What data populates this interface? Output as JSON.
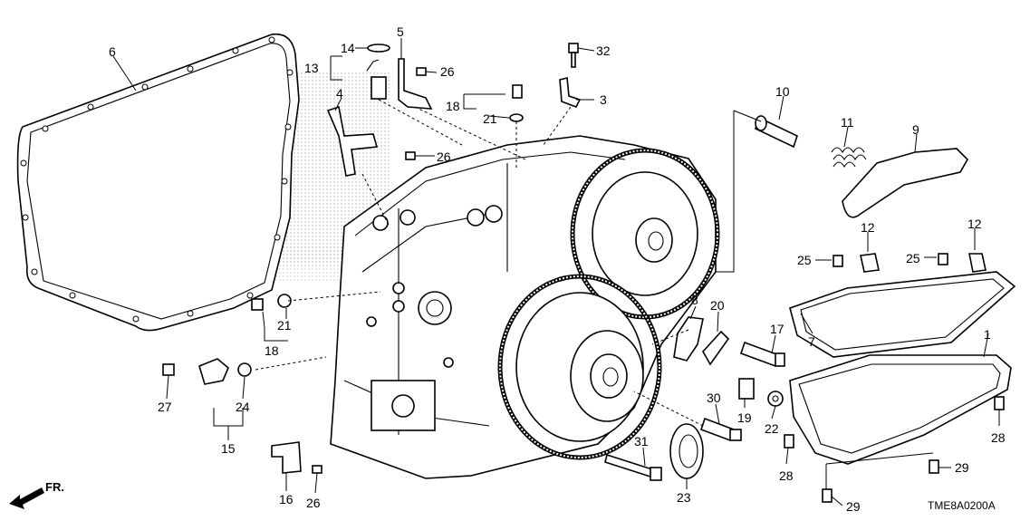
{
  "diagram": {
    "code": "TME8A0200A",
    "front_label": "FR.",
    "callouts": [
      "1",
      "3",
      "4",
      "5",
      "6",
      "7",
      "8",
      "9",
      "10",
      "11",
      "12",
      "13",
      "14",
      "15",
      "16",
      "17",
      "18",
      "19",
      "20",
      "21",
      "22",
      "23",
      "24",
      "25",
      "26",
      "27",
      "28",
      "29",
      "30",
      "31",
      "32"
    ]
  }
}
